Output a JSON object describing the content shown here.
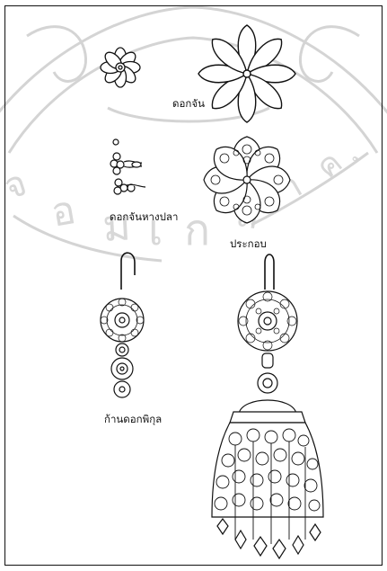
{
  "labels": {
    "dok_chan": "ดอกจัน",
    "dok_chan_hang_pla": "ดอกจันหางปลา",
    "pra_kop": "ประกอบ",
    "kan_dok_phikun": "ก้านดอกพิกุล"
  },
  "colors": {
    "ink": "#111111",
    "watermark": "#d4d4d4",
    "border": "#111111"
  }
}
